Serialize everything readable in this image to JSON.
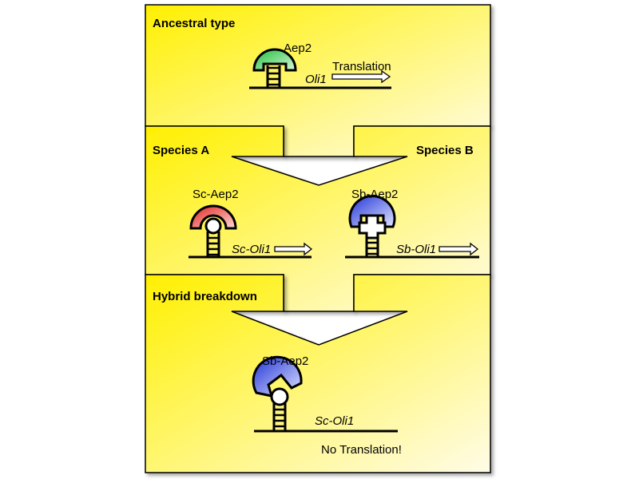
{
  "panels": {
    "ancestral": {
      "title": "Ancestral type",
      "protein_label": "Aep2",
      "translation_label": "Translation",
      "gene_label": "Oli1"
    },
    "species": {
      "left_title": "Species A",
      "right_title": "Species B",
      "left_protein": "Sc-Aep2",
      "left_gene": "Sc-Oli1",
      "right_protein": "Sb-Aep2",
      "right_gene": "Sb-Oli1"
    },
    "hybrid": {
      "title": "Hybrid breakdown",
      "protein_label": "Sb-Aep2",
      "gene_label": "Sc-Oli1",
      "outcome_label": "No Translation!"
    }
  },
  "colors": {
    "panel_yellow": "#fff000",
    "panel_light": "#fffce6",
    "green_protein": "#2ecc4a",
    "red_protein": "#e8322e",
    "blue_protein": "#3346e0"
  }
}
